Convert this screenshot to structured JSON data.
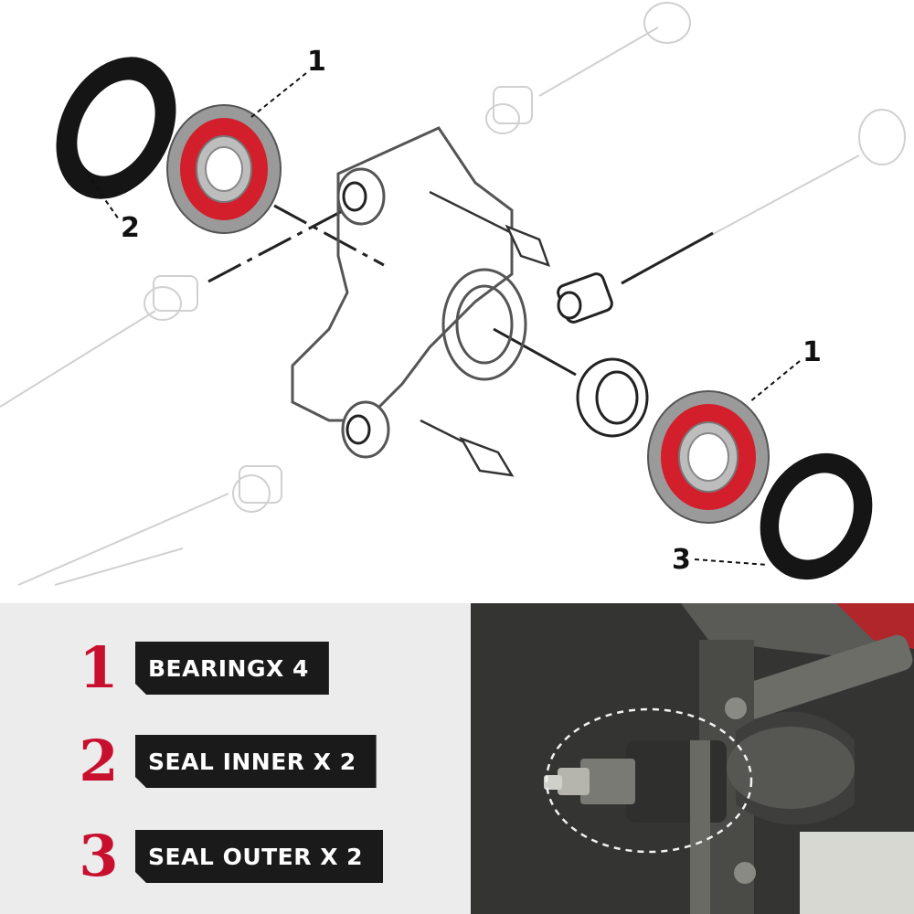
{
  "diagram": {
    "callouts": [
      "1",
      "2",
      "1",
      "3"
    ]
  },
  "legend": {
    "items": [
      {
        "number": "1",
        "label": "BEARINGX 4"
      },
      {
        "number": "2",
        "label": "SEAL INNER X 2"
      },
      {
        "number": "3",
        "label": "SEAL OUTER X 2"
      }
    ]
  },
  "colors": {
    "accent_red": "#c8102e",
    "label_bg": "#1a1a1a",
    "bearing_seal_red": "#d21f2b",
    "seal_black": "#151515"
  },
  "icons": {
    "photo_highlight": "dashed-ellipse"
  }
}
